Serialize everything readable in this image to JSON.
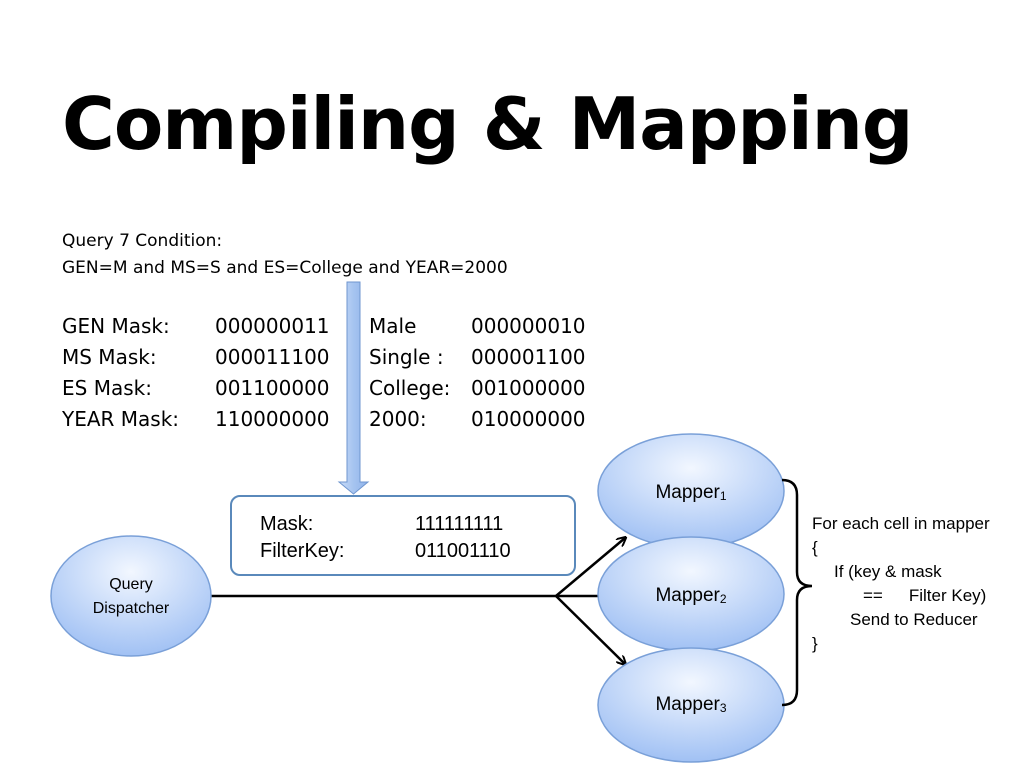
{
  "title": "Compiling & Mapping",
  "query": {
    "line1": "Query 7 Condition:",
    "line2": "GEN=M and MS=S and ES=College and YEAR=2000"
  },
  "masks": [
    {
      "name": "GEN Mask:",
      "bits": "000000011",
      "value": "Male",
      "value_bits": "000000010"
    },
    {
      "name": "MS Mask:",
      "bits": "000011100",
      "value": "Single :",
      "value_bits": "000001100"
    },
    {
      "name": "ES Mask:",
      "bits": "001100000",
      "value": "College:",
      "value_bits": "001000000"
    },
    {
      "name": "YEAR Mask:",
      "bits": "110000000",
      "value": "2000:",
      "value_bits": "010000000"
    }
  ],
  "filter_box": {
    "mask_label": "Mask:",
    "mask_value": "111111111",
    "filterkey_label": "FilterKey:",
    "filterkey_value": "011001110"
  },
  "dispatcher": {
    "line1": "Query",
    "line2": "Dispatcher"
  },
  "mappers": [
    {
      "name": "Mapper",
      "sub": "1"
    },
    {
      "name": "Mapper",
      "sub": "2"
    },
    {
      "name": "Mapper",
      "sub": "3"
    }
  ],
  "note": {
    "line1": "For each cell in mapper",
    "line2": "{",
    "line3": "If (key & mask",
    "line4": "==",
    "line4b": "Filter Key)",
    "line5": "Send to Reducer",
    "line6": "}"
  },
  "colors": {
    "node_fill_top": "#eef4ff",
    "node_fill_bottom": "#9ec0f5",
    "node_stroke": "#7aa0d8",
    "box_border": "#5a89bb",
    "arrow_fill": "#a9c6f2"
  }
}
